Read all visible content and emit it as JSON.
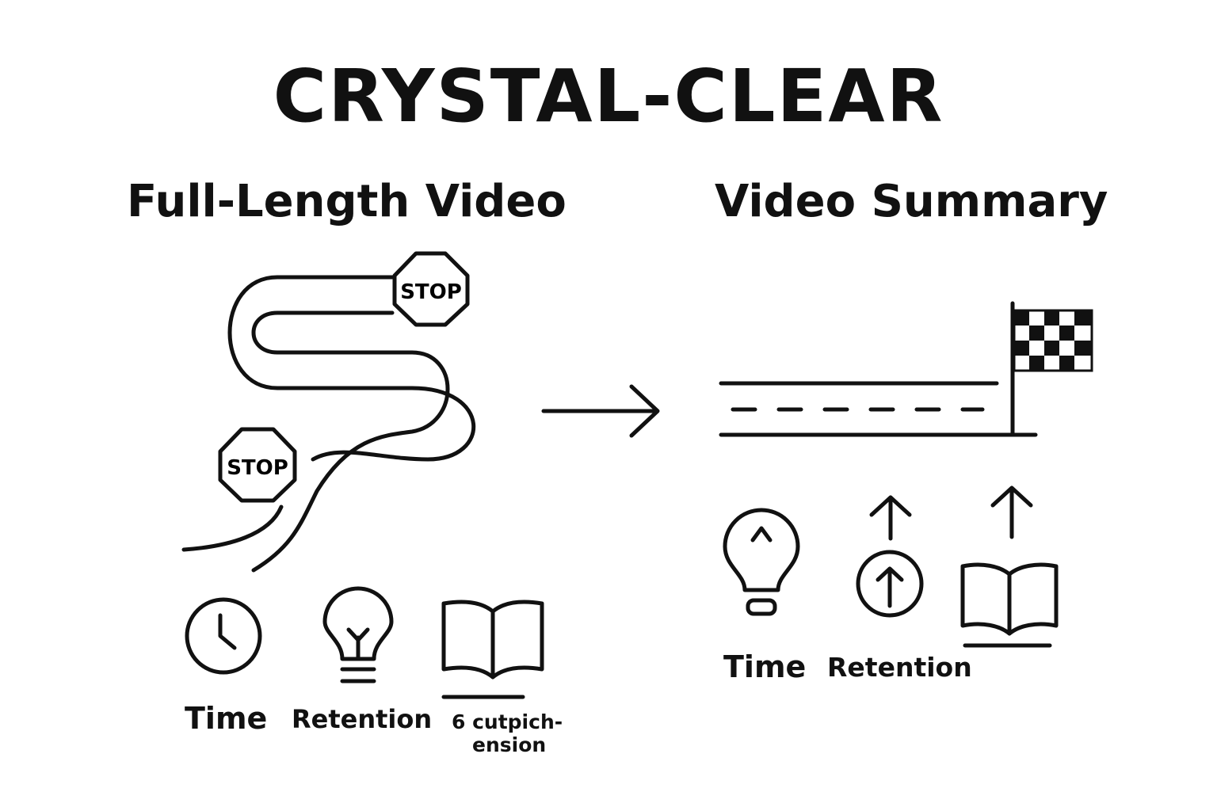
{
  "title": "CRYSTAL-CLEAR",
  "left": {
    "heading": "Full-Length Video",
    "stop_sign_text": "STOP",
    "labels": {
      "time": "Time",
      "retention": "Retention",
      "comprehension": "6 cutpich-",
      "comprehension_line2": "ension"
    }
  },
  "right": {
    "heading": "Video Summary",
    "labels": {
      "time": "Time",
      "retention": "Retention"
    }
  }
}
